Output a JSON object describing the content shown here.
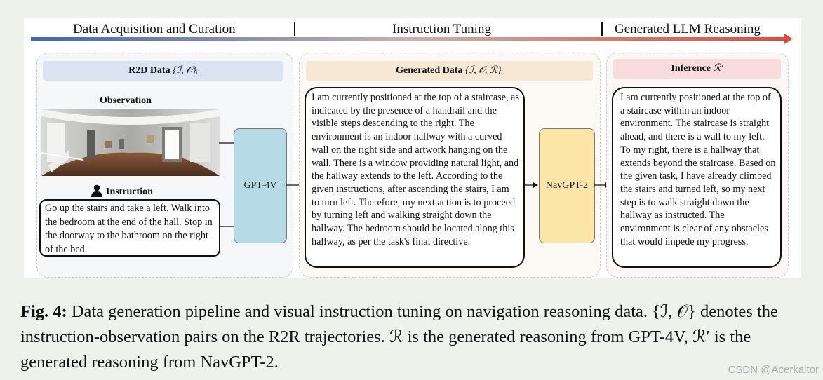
{
  "stages": [
    {
      "label": "Data Acquisition and Curation"
    },
    {
      "label": "Instruction Tuning"
    },
    {
      "label": "Generated LLM Reasoning"
    }
  ],
  "r2d_panel": {
    "header_text": "R2D Data",
    "header_math": "{ℐ, 𝒪}ᵢ",
    "observation_title": "Observation",
    "instruction_title": "Instruction",
    "instruction_text": "Go up the stairs and take a left. Walk into the bedroom at the end of the hall. Stop in the doorway to the bathroom on the right of the bed."
  },
  "models": {
    "first": "GPT-4V",
    "second": "NavGPT-2"
  },
  "generated_panel": {
    "header_text": "Generated Data",
    "header_math": "{ℐ, 𝒪, ℛ}ᵢ",
    "reasoning_text": "I am currently positioned at the top of a staircase, as indicated by the presence of a handrail and the visible steps descending to the right. The environment is an indoor hallway with a curved wall on the right side and artwork hanging on the wall. There is a window providing natural light, and the hallway extends to the left. According to the given instructions, after ascending the stairs, I am to turn left. Therefore, my next action is to proceed by turning left and walking straight down the hallway. The bedroom should be located along this hallway, as per the task's final directive."
  },
  "inference_panel": {
    "header_text": "Inference",
    "header_math": "ℛ′",
    "reasoning_text": "I am currently positioned at the top of a staircase within an indoor environment. The staircase is straight ahead, and there is a wall to my left. To my right, there is a hallway that extends beyond the staircase. Based on the given task, I have already climbed the stairs and turned left, so my next step is to walk straight down the hallway as instructed. The environment is clear of any obstacles that would impede my progress."
  },
  "caption": {
    "label": "Fig. 4:",
    "text": "Data generation pipeline and visual instruction tuning on navigation reasoning data. {ℐ, 𝒪} denotes the instruction-observation pairs on the R2R trajectories. ℛ is the generated reasoning from GPT-4V, ℛ′ is the generated reasoning from NavGPT-2."
  },
  "watermark": "CSDN @Acerkaitor",
  "colors": {
    "r2d_header": "#dbe4f2",
    "generated_header": "#f6e8d4",
    "inference_header": "#f8dcdc",
    "gpt4v_box": "#b7dbe6",
    "navgpt2_box": "#fbe6a7",
    "arrow_start": "#3d67b6",
    "arrow_end": "#e24a3b"
  },
  "icons": {
    "instruction": "user-icon"
  }
}
